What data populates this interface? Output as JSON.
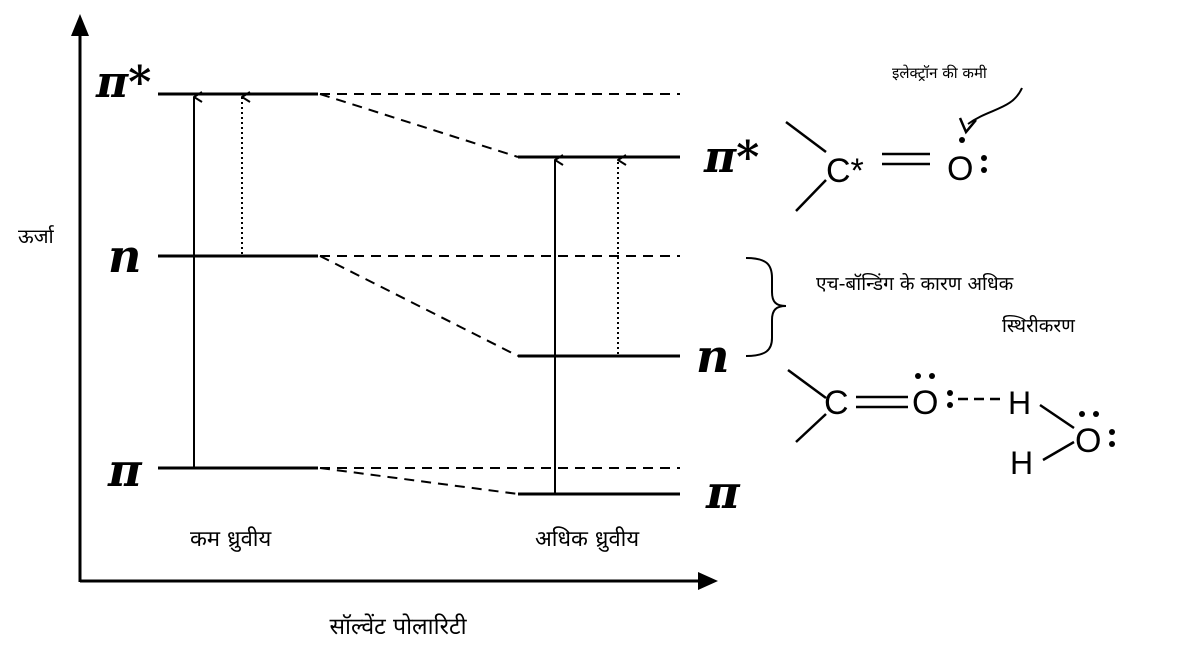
{
  "axes": {
    "y_label": "ऊर्जा",
    "x_label": "सॉल्वेंट पोलारिटी"
  },
  "columns": {
    "left_label": "कम ध्रुवीय",
    "right_label": "अधिक ध्रुवीय"
  },
  "levels": {
    "pi_star": "π*",
    "n": "n",
    "pi": "π"
  },
  "annotations": {
    "electron_deficiency": "इलेक्ट्रॉन की कमी",
    "hbond_line1": "एच-बॉन्डिंग के कारण अधिक",
    "hbond_line2": "स्थिरीकरण"
  },
  "structures": {
    "carbon_excited": "C*",
    "carbon": "C",
    "oxygen": "O",
    "hydrogen": "H"
  }
}
